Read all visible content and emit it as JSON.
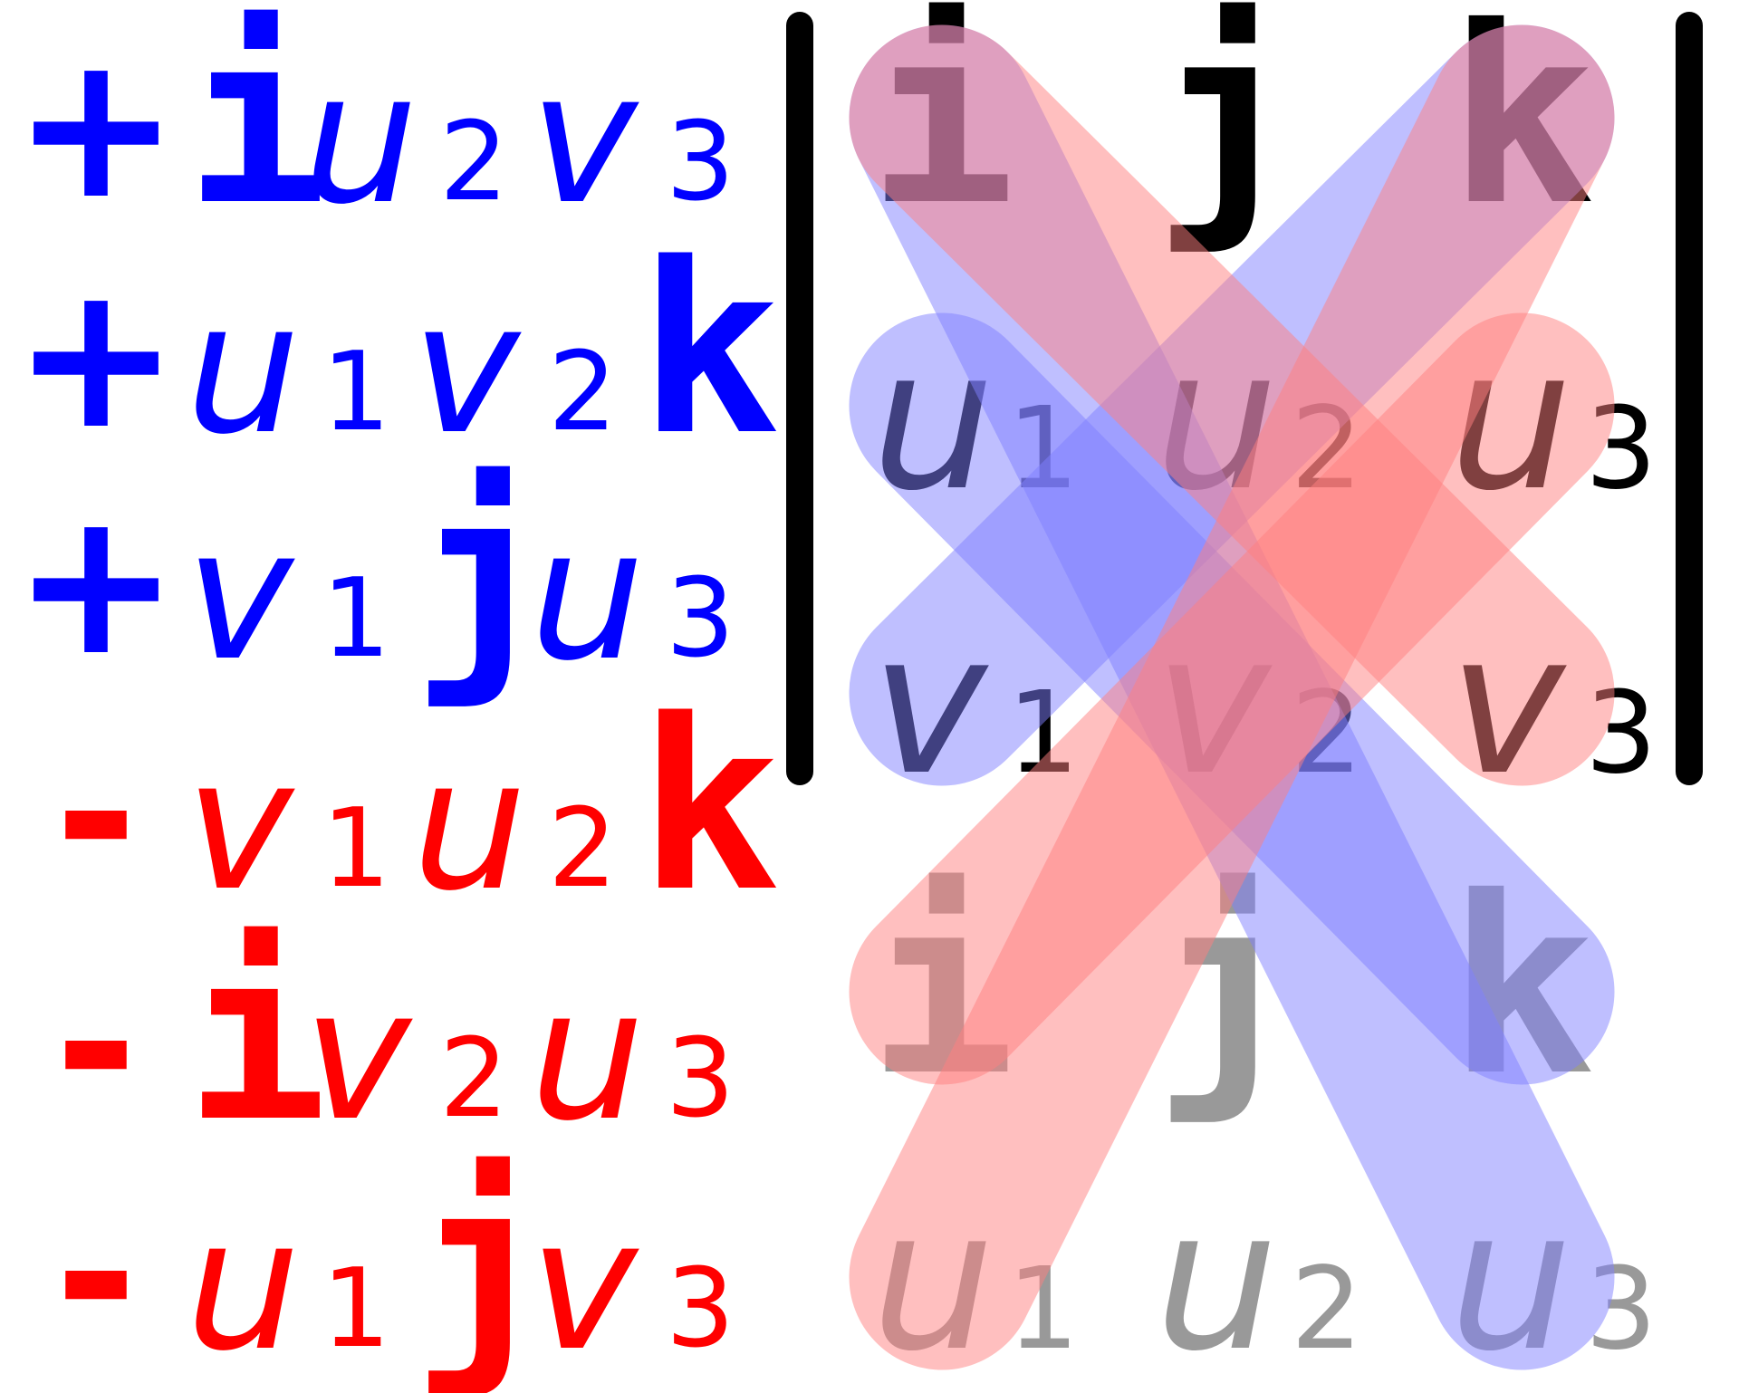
{
  "colors": {
    "positive": "#0000ff",
    "negative": "#ff0000",
    "matrix_text": "#000000",
    "repeat_text": "#999999",
    "blue_band": "#8080ff",
    "red_band": "#ff8080",
    "bar": "#000000"
  },
  "terms": [
    {
      "sign": "+",
      "sign_type": "positive",
      "parts": [
        {
          "t": "i",
          "kind": "unit"
        },
        {
          "t": "u",
          "kind": "var"
        },
        {
          "t": "2",
          "kind": "sub"
        },
        {
          "t": "v",
          "kind": "var"
        },
        {
          "t": "3",
          "kind": "sub"
        }
      ]
    },
    {
      "sign": "+",
      "sign_type": "positive",
      "parts": [
        {
          "t": "u",
          "kind": "var"
        },
        {
          "t": "1",
          "kind": "sub"
        },
        {
          "t": "v",
          "kind": "var"
        },
        {
          "t": "2",
          "kind": "sub"
        },
        {
          "t": "k",
          "kind": "unit"
        }
      ]
    },
    {
      "sign": "+",
      "sign_type": "positive",
      "parts": [
        {
          "t": "v",
          "kind": "var"
        },
        {
          "t": "1",
          "kind": "sub"
        },
        {
          "t": "j",
          "kind": "unit"
        },
        {
          "t": "u",
          "kind": "var"
        },
        {
          "t": "3",
          "kind": "sub"
        }
      ]
    },
    {
      "sign": "-",
      "sign_type": "negative",
      "parts": [
        {
          "t": "v",
          "kind": "var"
        },
        {
          "t": "1",
          "kind": "sub"
        },
        {
          "t": "u",
          "kind": "var"
        },
        {
          "t": "2",
          "kind": "sub"
        },
        {
          "t": "k",
          "kind": "unit"
        }
      ]
    },
    {
      "sign": "-",
      "sign_type": "negative",
      "parts": [
        {
          "t": "i",
          "kind": "unit"
        },
        {
          "t": "v",
          "kind": "var"
        },
        {
          "t": "2",
          "kind": "sub"
        },
        {
          "t": "u",
          "kind": "var"
        },
        {
          "t": "3",
          "kind": "sub"
        }
      ]
    },
    {
      "sign": "-",
      "sign_type": "negative",
      "parts": [
        {
          "t": "u",
          "kind": "var"
        },
        {
          "t": "1",
          "kind": "sub"
        },
        {
          "t": "j",
          "kind": "unit"
        },
        {
          "t": "v",
          "kind": "var"
        },
        {
          "t": "3",
          "kind": "sub"
        }
      ]
    }
  ],
  "matrix": {
    "rows": [
      {
        "style": "main",
        "cells": [
          {
            "base": "i",
            "sub": "",
            "kind": "unit"
          },
          {
            "base": "j",
            "sub": "",
            "kind": "unit"
          },
          {
            "base": "k",
            "sub": "",
            "kind": "unit"
          }
        ]
      },
      {
        "style": "main",
        "cells": [
          {
            "base": "u",
            "sub": "1",
            "kind": "var"
          },
          {
            "base": "u",
            "sub": "2",
            "kind": "var"
          },
          {
            "base": "u",
            "sub": "3",
            "kind": "var"
          }
        ]
      },
      {
        "style": "main",
        "cells": [
          {
            "base": "v",
            "sub": "1",
            "kind": "var"
          },
          {
            "base": "v",
            "sub": "2",
            "kind": "var"
          },
          {
            "base": "v",
            "sub": "3",
            "kind": "var"
          }
        ]
      },
      {
        "style": "repeat",
        "cells": [
          {
            "base": "i",
            "sub": "",
            "kind": "unit"
          },
          {
            "base": "j",
            "sub": "",
            "kind": "unit"
          },
          {
            "base": "k",
            "sub": "",
            "kind": "unit"
          }
        ]
      },
      {
        "style": "repeat",
        "cells": [
          {
            "base": "u",
            "sub": "1",
            "kind": "var"
          },
          {
            "base": "u",
            "sub": "2",
            "kind": "var"
          },
          {
            "base": "u",
            "sub": "3",
            "kind": "var"
          }
        ]
      }
    ]
  },
  "diagonals": {
    "blue": [
      [
        [
          0,
          0
        ],
        [
          4,
          2
        ]
      ],
      [
        [
          1,
          0
        ],
        [
          3,
          2
        ]
      ],
      [
        [
          2,
          0
        ],
        [
          0,
          2
        ]
      ]
    ],
    "red": [
      [
        [
          0,
          2
        ],
        [
          4,
          0
        ]
      ],
      [
        [
          1,
          2
        ],
        [
          3,
          0
        ]
      ],
      [
        [
          2,
          2
        ],
        [
          0,
          0
        ]
      ]
    ]
  }
}
